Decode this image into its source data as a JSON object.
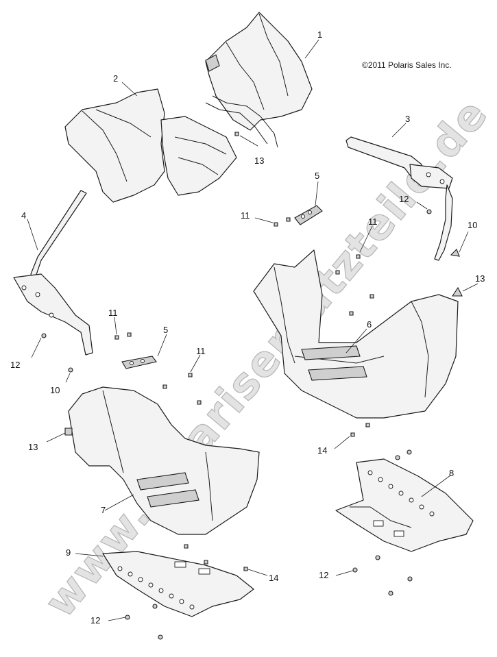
{
  "copyright": "©2011 Polaris Sales Inc.",
  "watermark": "www.polarisersatzteile.de",
  "callouts": {
    "c1": "1",
    "c2": "2",
    "c3": "3",
    "c4": "4",
    "c5a": "5",
    "c5b": "5",
    "c6": "6",
    "c7": "7",
    "c8": "8",
    "c9": "9",
    "c10a": "10",
    "c10b": "10",
    "c11a": "11",
    "c11b": "11",
    "c11c": "11",
    "c11d": "11",
    "c12a": "12",
    "c12b": "12",
    "c12c": "12",
    "c12d": "12",
    "c13a": "13",
    "c13b": "13",
    "c13c": "13",
    "c14a": "14",
    "c14b": "14"
  }
}
